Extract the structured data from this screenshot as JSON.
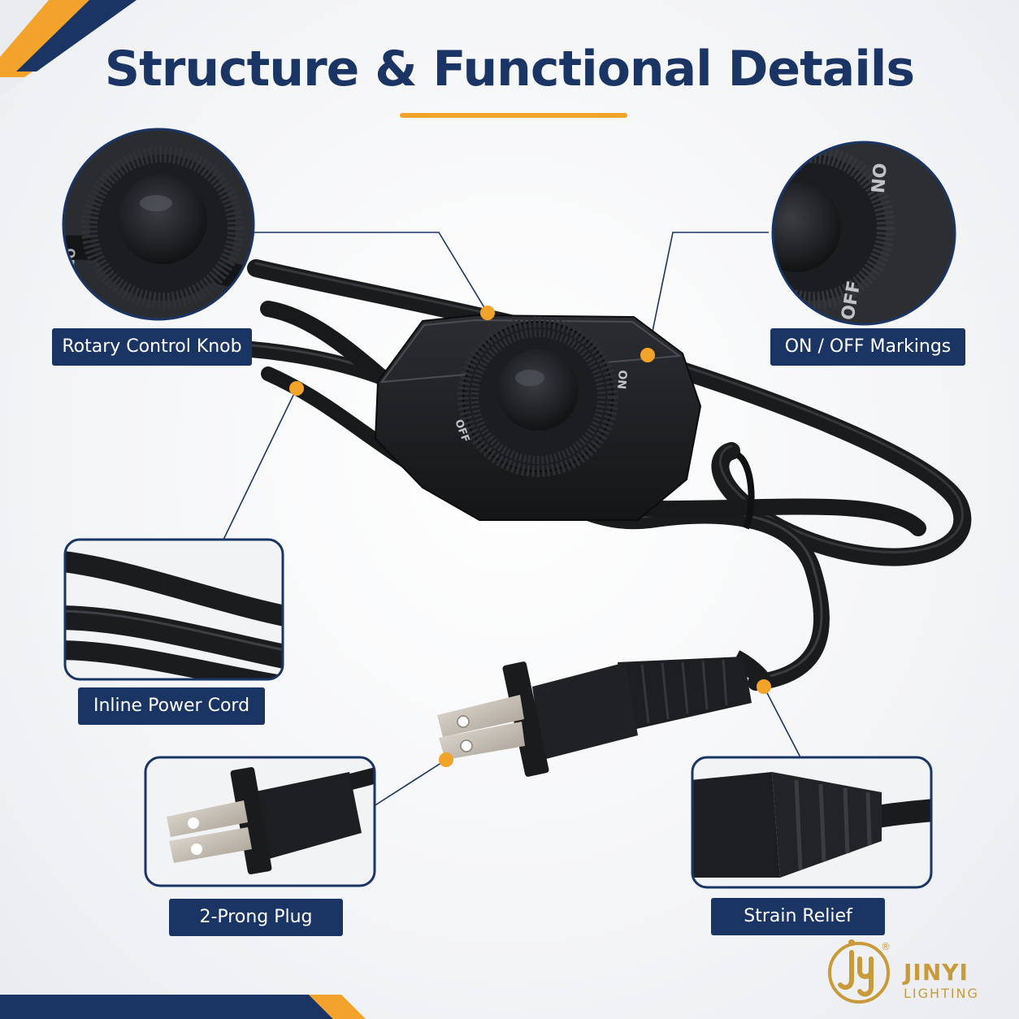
{
  "title": "Structure & Functional Details",
  "colors": {
    "navy": "#1a3564",
    "accent": "#f2a42a",
    "brand": "#c99a3a"
  },
  "callouts": [
    {
      "label": "Rotary Control Knob",
      "icon": "rotary-knob-closeup"
    },
    {
      "label": "ON / OFF Markings",
      "icon": "on-off-markings-closeup"
    },
    {
      "label": "Inline Power Cord",
      "icon": "power-cord-closeup"
    },
    {
      "label": "2-Prong Plug",
      "icon": "two-prong-plug-closeup"
    },
    {
      "label": "Strain Relief",
      "icon": "strain-relief-closeup"
    }
  ],
  "product": {
    "switch_on": "ON",
    "switch_off": "OFF"
  },
  "brand": {
    "name": "JINYI",
    "sub": "LIGHTING",
    "registered": "®"
  }
}
